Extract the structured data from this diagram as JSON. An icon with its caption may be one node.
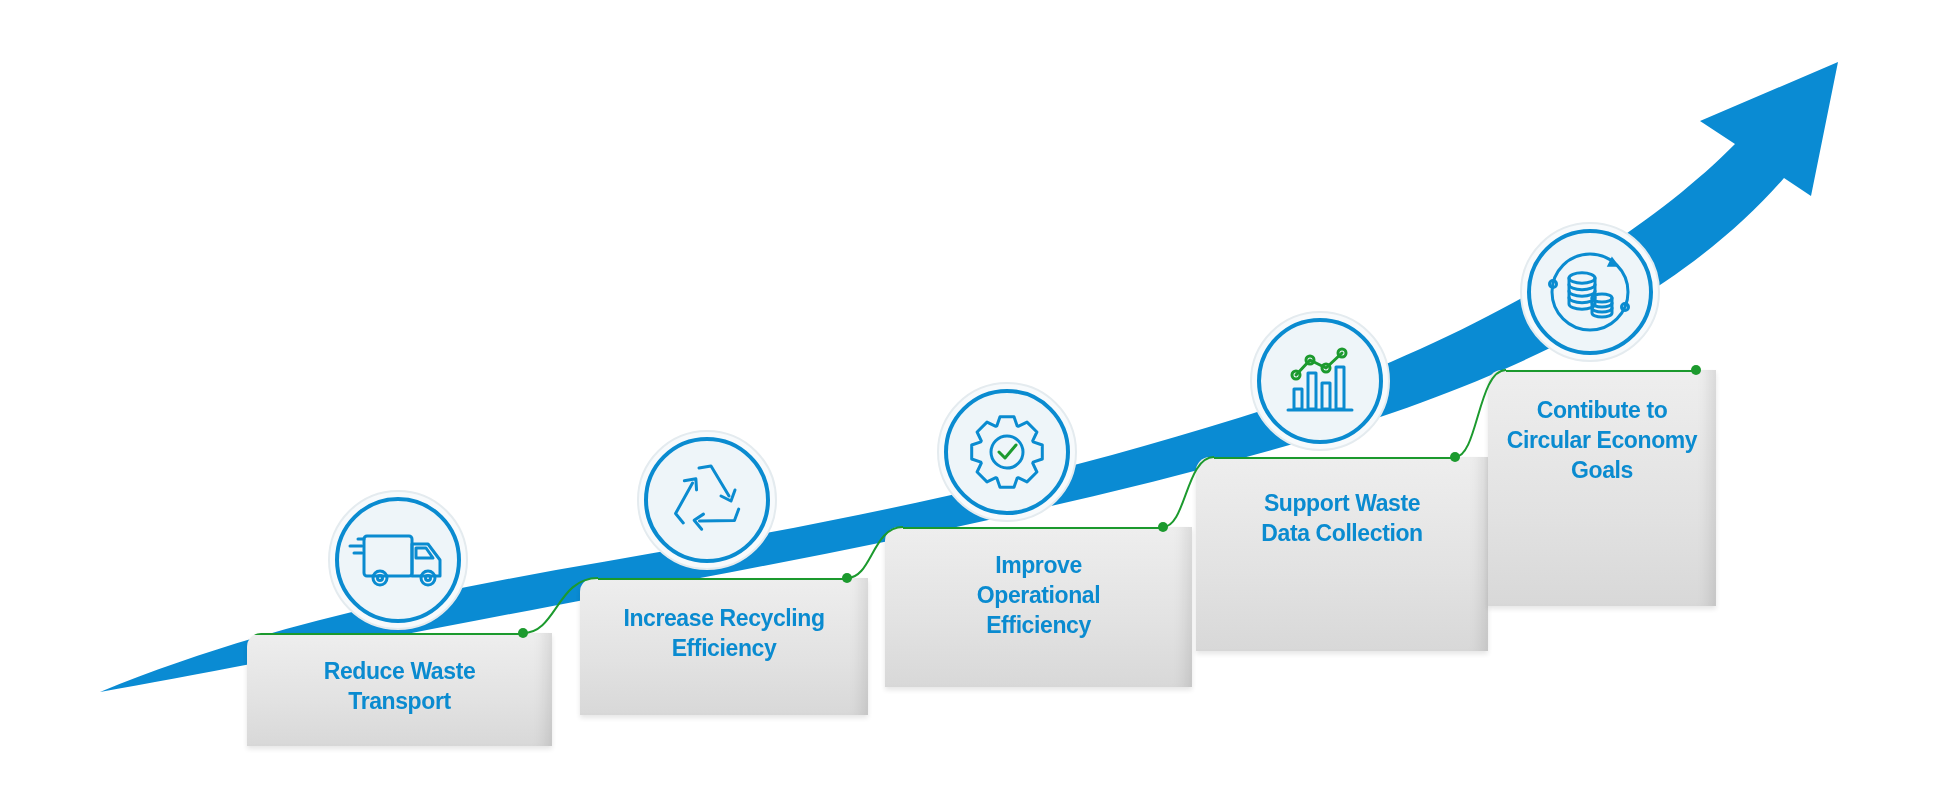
{
  "diagram": {
    "nodes": [
      {
        "text": [
          "Reduce Waste Transport"
        ]
      },
      {
        "text": [
          "Increase Recycling Efficiency"
        ]
      },
      {
        "text": [
          "Improve Operational Efficiency"
        ]
      },
      {
        "text": [
          "Support Waste Data Collection"
        ]
      },
      {
        "text": [
          "Contibute to Circular Economy Goals"
        ]
      }
    ],
    "edges": [
      {
        "from": 0,
        "to": 1,
        "arrow": "other"
      },
      {
        "from": 1,
        "to": 2,
        "arrow": "other"
      },
      {
        "from": 2,
        "to": 3,
        "arrow": "other"
      },
      {
        "from": 3,
        "to": 4,
        "arrow": "other"
      }
    ]
  }
}
